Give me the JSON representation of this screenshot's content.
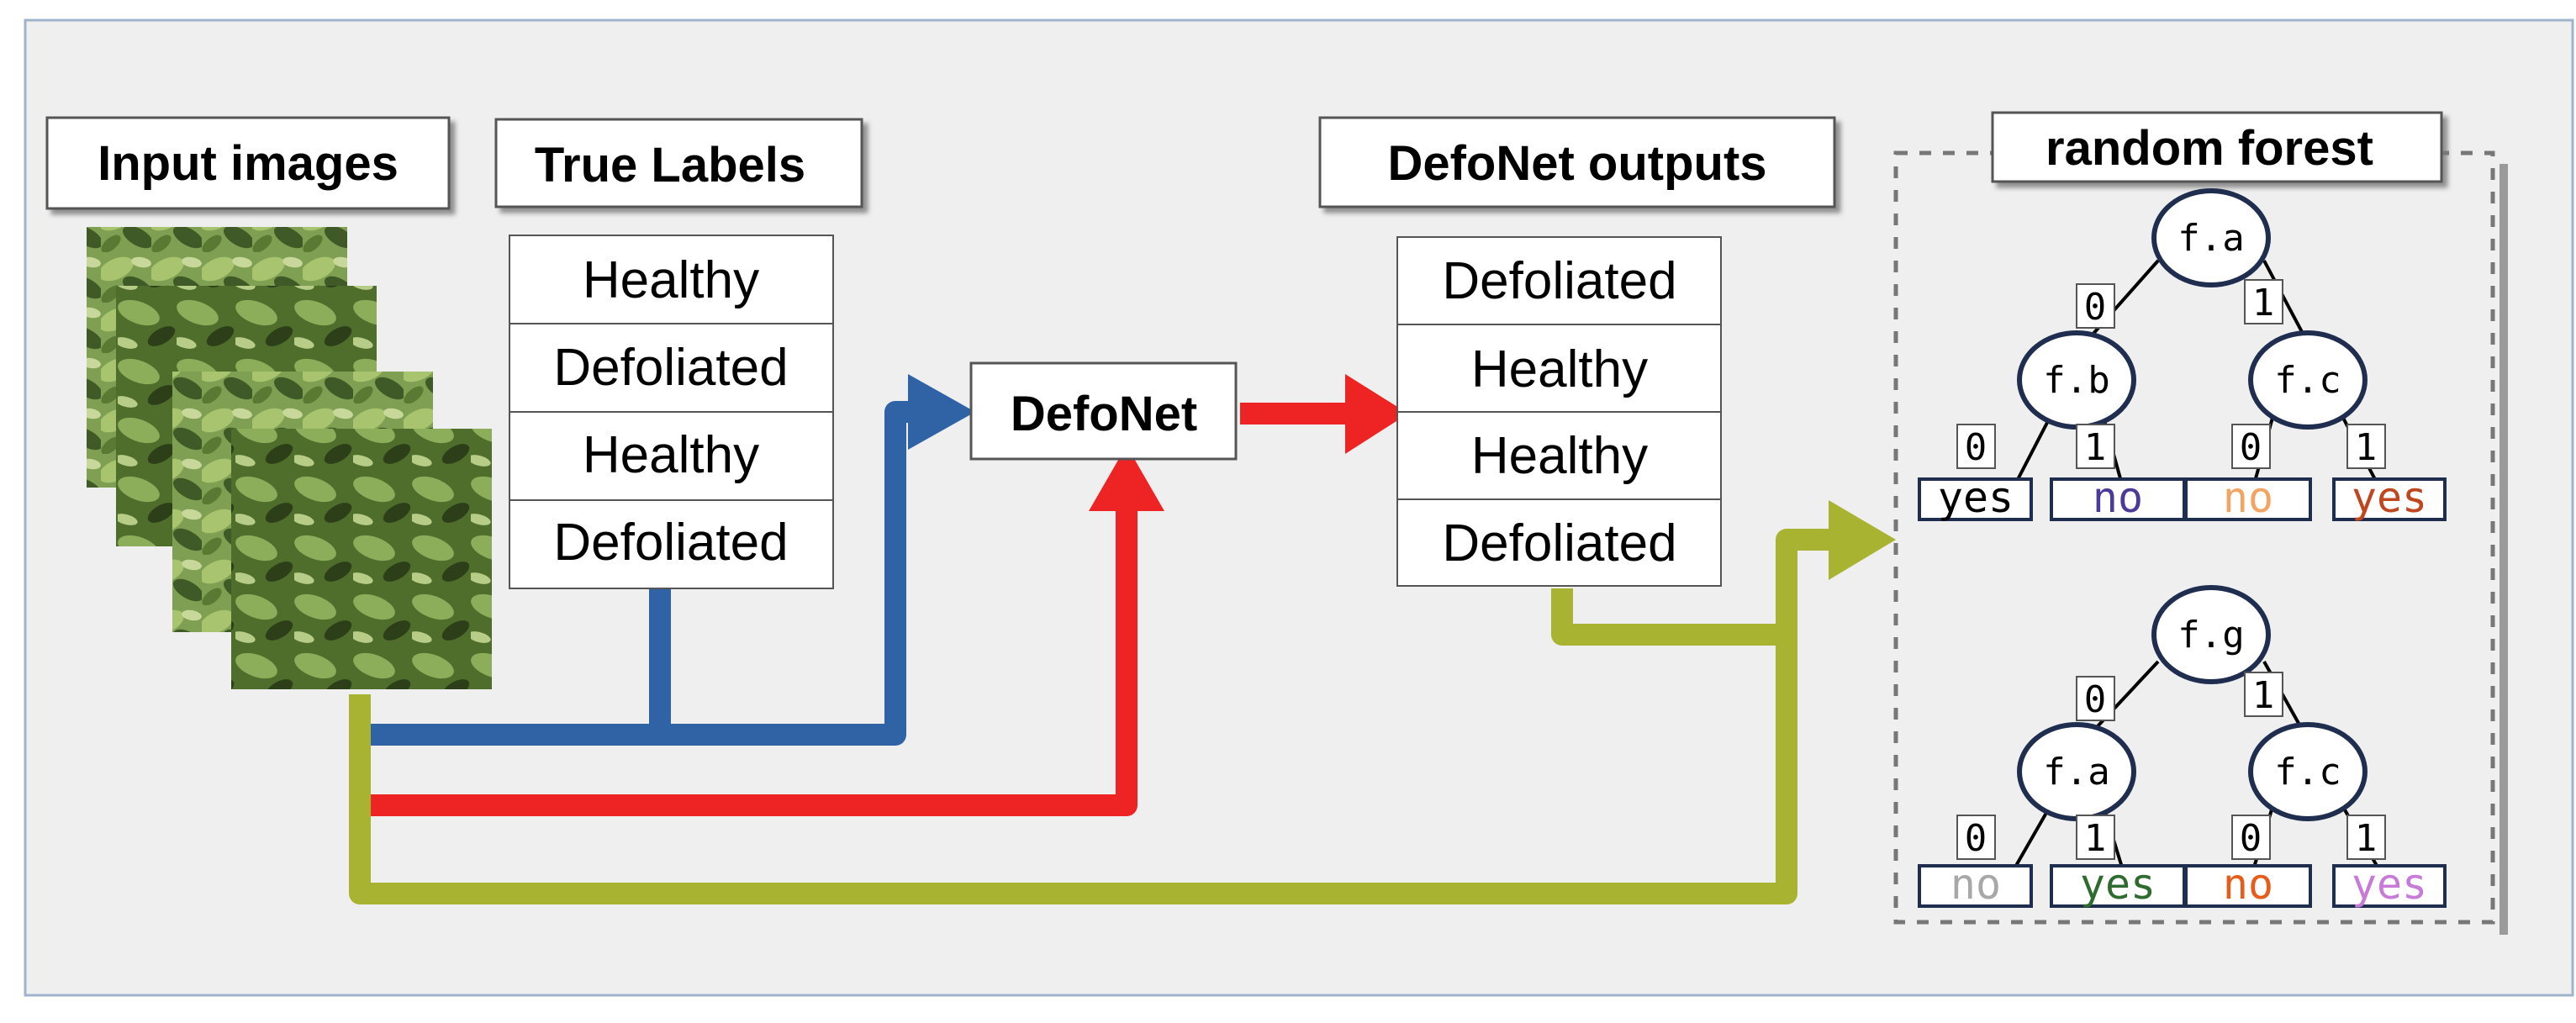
{
  "labels": {
    "input_images": "Input images",
    "true_labels": "True Labels",
    "defonet": "DefoNet",
    "defonet_outputs": "DefoNet outputs",
    "random_forest": "random forest"
  },
  "true_labels": [
    "Healthy",
    "Defoliated",
    "Healthy",
    "Defoliated"
  ],
  "outputs": [
    "Defoliated",
    "Healthy",
    "Healthy",
    "Defoliated"
  ],
  "tree1": {
    "root": "f.a",
    "left": "f.b",
    "right": "f.c",
    "edge_labels": [
      "0",
      "1",
      "0",
      "1",
      "0",
      "1"
    ],
    "leaves": [
      "yes",
      "no",
      "no",
      "yes"
    ],
    "leaf_colors": [
      "#000000",
      "#4b3a9a",
      "#f4a460",
      "#c0461f"
    ]
  },
  "tree2": {
    "root": "f.g",
    "left": "f.a",
    "right": "f.c",
    "edge_labels": [
      "0",
      "1",
      "0",
      "1",
      "0",
      "1"
    ],
    "leaves": [
      "no",
      "yes",
      "no",
      "yes"
    ],
    "leaf_colors": [
      "#a8a8a8",
      "#2e6b2e",
      "#e85c1a",
      "#c77ad8"
    ]
  },
  "colors": {
    "blue_arrow": "#2f63a6",
    "red_arrow": "#ee2324",
    "olive_arrow": "#a9b332",
    "background": "#efefef",
    "node_stroke": "#1f2d4f"
  }
}
